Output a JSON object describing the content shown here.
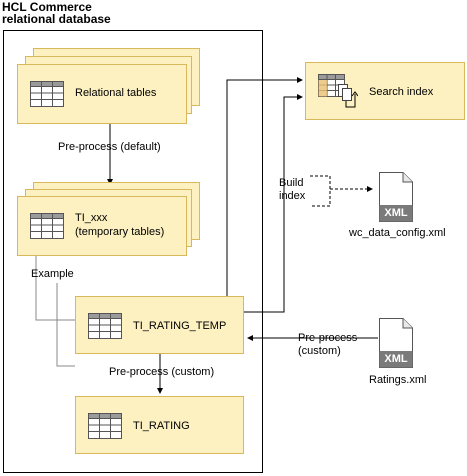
{
  "header": {
    "line1": "HCL Commerce",
    "line2": "relational database"
  },
  "nodes": {
    "relational_tables": "Relational tables",
    "ti_xxx_line1": "TI_xxx",
    "ti_xxx_line2": "(temporary tables)",
    "ti_rating_temp": "TI_RATING_TEMP",
    "ti_rating": "TI_RATING",
    "search_index": "Search index"
  },
  "edges": {
    "preprocess_default": "Pre-process (default)",
    "preprocess_custom_down": "Pre-process (custom)",
    "preprocess_custom_line1": "Pre-process",
    "preprocess_custom_line2": "(custom)",
    "build_index_line1": "Build",
    "build_index_line2": "index",
    "example": "Example"
  },
  "files": {
    "config_badge": "XML",
    "config_name": "wc_data_config.xml",
    "ratings_badge": "XML",
    "ratings_name": "Ratings.xml"
  }
}
